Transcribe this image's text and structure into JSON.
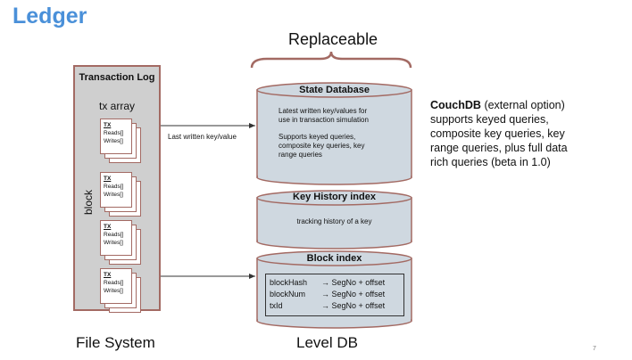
{
  "title": "Ledger",
  "replaceable": "Replaceable",
  "transaction_log": {
    "title": "Transaction Log",
    "tx_array": "tx array",
    "block": "block",
    "tx_entries": [
      {
        "tx": "TX",
        "reads": "Reads[]",
        "writes": "Writes[]"
      },
      {
        "tx": "TX",
        "reads": "Reads[]",
        "writes": "Writes[]"
      },
      {
        "tx": "TX",
        "reads": "Reads[]",
        "writes": "Writes[]"
      },
      {
        "tx": "TX",
        "reads": "Reads[]",
        "writes": "Writes[]"
      }
    ]
  },
  "arrow_label": "Last written key/value",
  "state_db": {
    "title": "State Database",
    "line1": "Latest written key/values for",
    "line2": "use in transaction simulation",
    "line3": "Supports keyed queries,",
    "line4": "composite key queries, key",
    "line5": "range queries"
  },
  "key_history": {
    "title": "Key History index",
    "desc": "tracking history of a key"
  },
  "block_index": {
    "title": "Block index",
    "rows": [
      {
        "key": "blockHash",
        "value": "→ SegNo + offset"
      },
      {
        "key": "blockNum",
        "value": "→ SegNo + offset"
      },
      {
        "key": "txId",
        "value": "→ SegNo + offset"
      }
    ]
  },
  "couchdb": {
    "name": "CouchDB",
    "line1": "(external option)",
    "line2": "supports keyed queries,",
    "line3": "composite key queries, key",
    "line4": "range queries, plus full data",
    "line5": "rich queries (beta in 1.0)"
  },
  "file_system": "File System",
  "level_db": "Level DB",
  "page_number": "7",
  "colors": {
    "title": "#4a90d9",
    "cylinder_fill": "#cfd8e0",
    "cylinder_border": "#a36a63",
    "log_fill": "#cfcfcf",
    "brace": "#a36a63"
  }
}
